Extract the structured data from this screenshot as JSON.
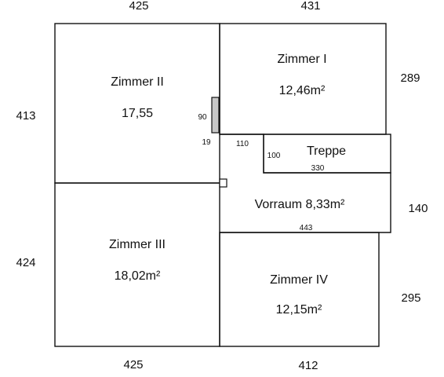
{
  "dimensions": {
    "top_left": "425",
    "top_right": "431",
    "bottom_left": "425",
    "bottom_right": "412",
    "left_upper": "413",
    "left_lower": "424",
    "right_1": "289",
    "right_2": "140",
    "right_3": "295"
  },
  "rooms": {
    "zimmer_2": {
      "name": "Zimmer II",
      "area": "17,55"
    },
    "zimmer_1": {
      "name": "Zimmer I",
      "area": "12,46m²"
    },
    "zimmer_3": {
      "name": "Zimmer III",
      "area": "18,02m²"
    },
    "zimmer_4": {
      "name": "Zimmer IV",
      "area": "12,15m²"
    },
    "treppe": {
      "name": "Treppe"
    },
    "vorraum": {
      "name": "Vorraum 8,33m²"
    }
  },
  "small_labels": {
    "door_width": "90",
    "wall_19": "19",
    "hall_110": "110",
    "stair_100": "100",
    "stair_330": "330",
    "hall_443": "443"
  }
}
